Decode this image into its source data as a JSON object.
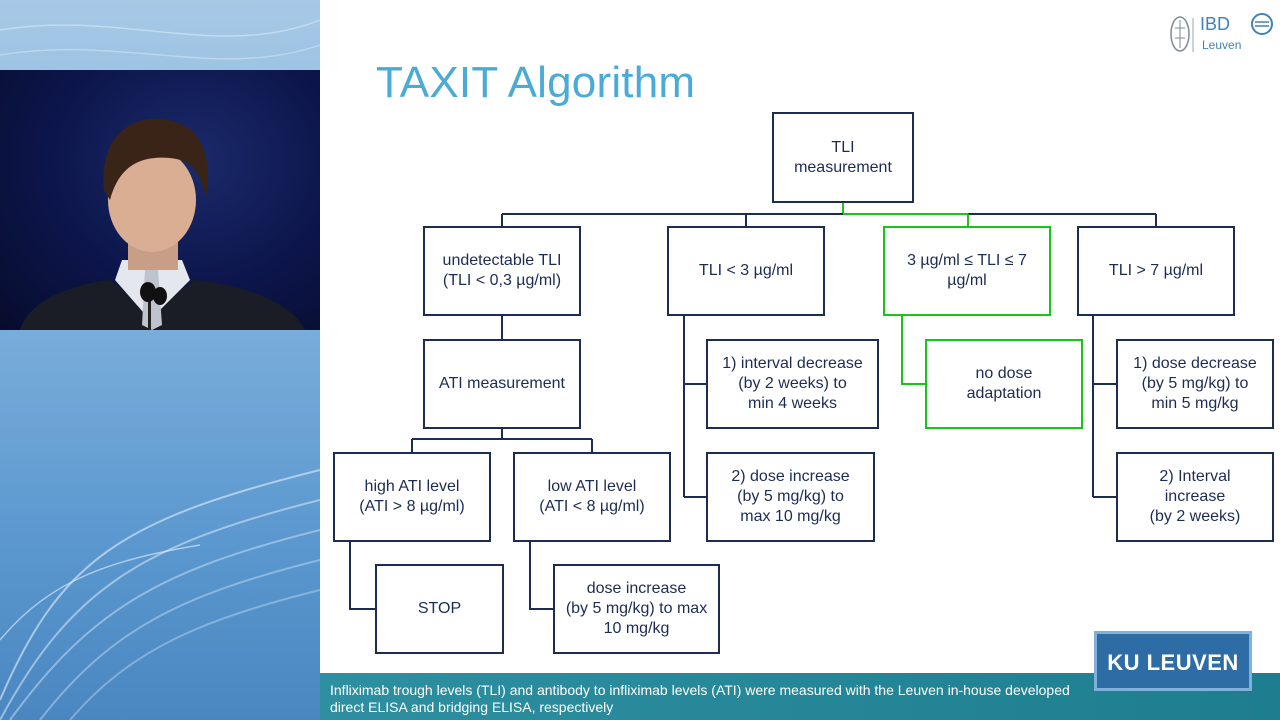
{
  "slide": {
    "title": "TAXIT Algorithm",
    "logo": {
      "text": "IBD",
      "subtext": "Leuven"
    },
    "footer": "Infliximab trough levels (TLI)  and antibody to infliximab levels (ATI) were measured with the Leuven in-house developed direct ELISA and bridging ELISA, respectively",
    "university_logo": "KU LEUVEN"
  },
  "diagram": {
    "nodes": [
      {
        "id": "tli",
        "label": "TLI\nmeasurement"
      },
      {
        "id": "undetectable",
        "label": "undetectable TLI\n(TLI < 0,3 µg/ml)"
      },
      {
        "id": "lt3",
        "label": "TLI < 3 µg/ml"
      },
      {
        "id": "range",
        "label": "3 µg/ml ≤ TLI ≤ 7\nµg/ml"
      },
      {
        "id": "gt7",
        "label": "TLI > 7 µg/ml"
      },
      {
        "id": "ati",
        "label": "ATI measurement"
      },
      {
        "id": "interval_decrease",
        "label": "1) interval decrease\n(by 2 weeks) to\nmin 4 weeks"
      },
      {
        "id": "no_dose",
        "label": "no dose\nadaptation"
      },
      {
        "id": "dose_decrease",
        "label": "1) dose decrease\n(by 5 mg/kg) to\nmin 5 mg/kg"
      },
      {
        "id": "high_ati",
        "label": "high ATI level\n(ATI > 8 µg/ml)"
      },
      {
        "id": "low_ati",
        "label": "low ATI level\n(ATI < 8 µg/ml)"
      },
      {
        "id": "dose_increase_lt3",
        "label": "2) dose increase\n(by 5 mg/kg) to\nmax 10 mg/kg"
      },
      {
        "id": "interval_increase",
        "label": "2) Interval\nincrease\n(by 2 weeks)"
      },
      {
        "id": "stop",
        "label": "STOP"
      },
      {
        "id": "dose_increase_low",
        "label": "dose increase\n(by 5 mg/kg) to max\n10 mg/kg"
      }
    ],
    "edges": [
      [
        "tli",
        "undetectable"
      ],
      [
        "tli",
        "lt3"
      ],
      [
        "tli",
        "range"
      ],
      [
        "tli",
        "gt7"
      ],
      [
        "undetectable",
        "ati"
      ],
      [
        "ati",
        "high_ati"
      ],
      [
        "ati",
        "low_ati"
      ],
      [
        "high_ati",
        "stop"
      ],
      [
        "low_ati",
        "dose_increase_low"
      ],
      [
        "lt3",
        "interval_decrease"
      ],
      [
        "lt3",
        "dose_increase_lt3"
      ],
      [
        "range",
        "no_dose"
      ],
      [
        "gt7",
        "dose_decrease"
      ],
      [
        "gt7",
        "interval_increase"
      ]
    ],
    "colors": {
      "line": "#1d2c52",
      "highlight": "#19c519",
      "title": "#4aabd6"
    }
  }
}
